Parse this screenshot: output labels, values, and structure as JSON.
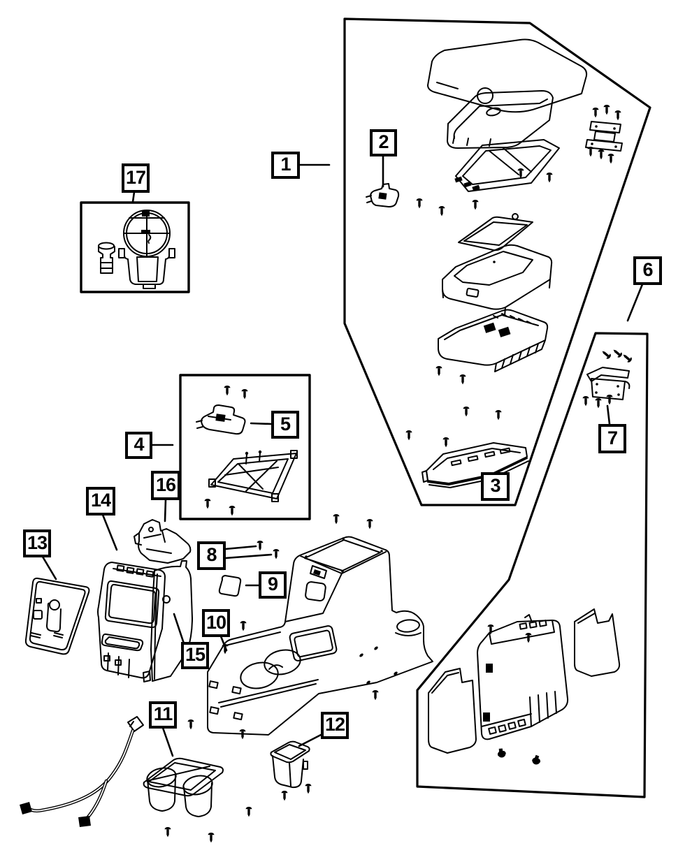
{
  "diagram": {
    "type": "exploded-parts-diagram",
    "background_color": "#ffffff",
    "line_color": "#000000",
    "callouts": [
      {
        "label": "1"
      },
      {
        "label": "2"
      },
      {
        "label": "3"
      },
      {
        "label": "4"
      },
      {
        "label": "5"
      },
      {
        "label": "6"
      },
      {
        "label": "7"
      },
      {
        "label": "8"
      },
      {
        "label": "9"
      },
      {
        "label": "10"
      },
      {
        "label": "11"
      },
      {
        "label": "12"
      },
      {
        "label": "13"
      },
      {
        "label": "14"
      },
      {
        "label": "15"
      },
      {
        "label": "16"
      },
      {
        "label": "17"
      }
    ]
  }
}
